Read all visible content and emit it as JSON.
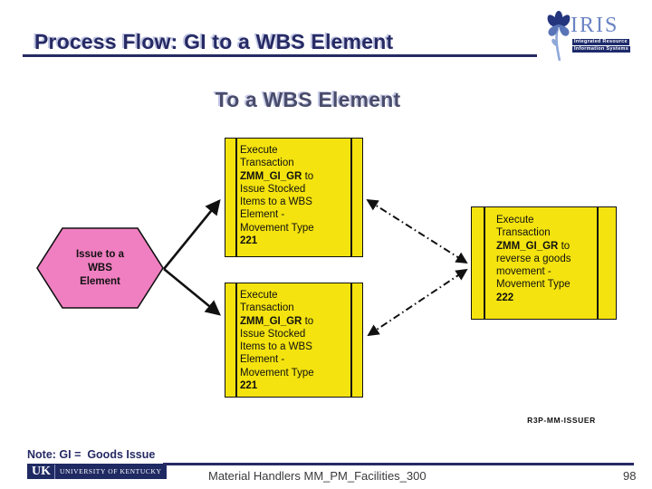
{
  "header": {
    "title": "Process Flow: GI to a WBS Element",
    "subtitle": "To a WBS Element",
    "logo": {
      "text": "IRIS",
      "tagline1": "Integrated Resource",
      "tagline2": "Information Systems"
    }
  },
  "diagram": {
    "hexagon": {
      "line1": "Issue to a",
      "line2": "WBS",
      "line3": "Element"
    },
    "box_issue": {
      "line1": "Execute",
      "line2": "Transaction",
      "line3_bold": "ZMM_GI_GR",
      "line3_rest": " to",
      "line4": "Issue Stocked",
      "line5": "Items to a WBS",
      "line6": "Element -",
      "line7": "Movement Type",
      "line8_bold": "221"
    },
    "box_reverse": {
      "line1": "Execute",
      "line2": "Transaction",
      "line3_bold": "ZMM_GI_GR",
      "line3_rest": " to",
      "line4": "reverse a goods",
      "line5": "movement -",
      "line6": "Movement Type",
      "line7_bold": "222"
    }
  },
  "footer": {
    "role_label": "R3P-MM-ISSUER",
    "note": "Note: GI =  Goods Issue",
    "uk_logo": {
      "uk": "UK",
      "university": "UNIVERSITY OF KENTUCKY"
    },
    "course": "Material Handlers MM_PM_Facilities_300",
    "page_number": "98"
  },
  "colors": {
    "navy": "#262a64",
    "box_yellow": "#f4e30e",
    "hexagon_pink": "#f07fc1",
    "subtitle_gray": "#4a4c6b",
    "shadow_lavender": "#bfc4e2"
  }
}
